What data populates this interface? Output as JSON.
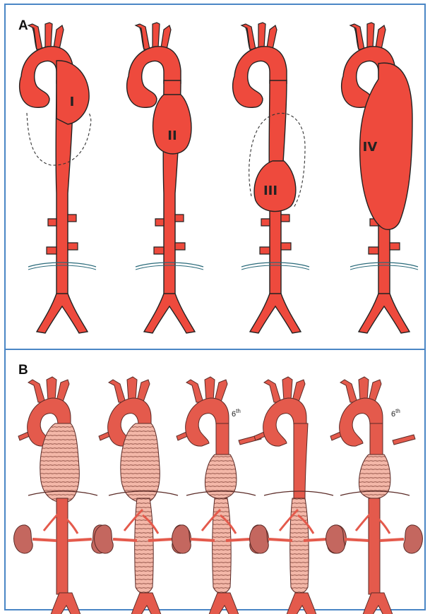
{
  "panels": {
    "a": {
      "label": "A",
      "types": [
        "I",
        "II",
        "III",
        "IV"
      ]
    },
    "b": {
      "label": "B",
      "rib_label": "6",
      "rib_label_sup": "th"
    }
  },
  "colors": {
    "frame": "#4a86c5",
    "aorta": "#ee4a3d",
    "aneurysm_graft": "#f3b7a8",
    "kidney": "#c4675f",
    "outline": "#222222"
  }
}
